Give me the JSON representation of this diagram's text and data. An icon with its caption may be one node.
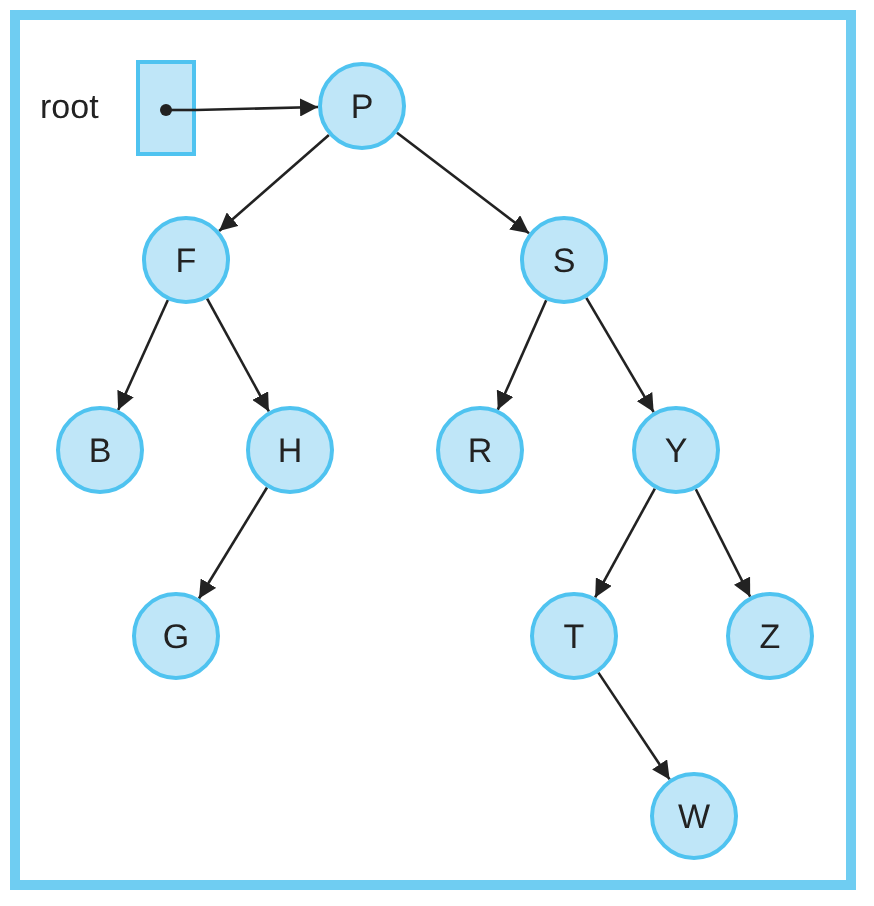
{
  "diagram": {
    "nodes": [
      {
        "text": [],
        "shape": "box",
        "beside": [
          "root"
        ]
      },
      {
        "text": [
          "P"
        ]
      },
      {
        "text": [
          "F"
        ]
      },
      {
        "text": [
          "S"
        ]
      },
      {
        "text": [
          "B"
        ]
      },
      {
        "text": [
          "H"
        ]
      },
      {
        "text": [
          "R"
        ]
      },
      {
        "text": [
          "Y"
        ]
      },
      {
        "text": [
          "G"
        ]
      },
      {
        "text": [
          "T"
        ]
      },
      {
        "text": [
          "Z"
        ]
      },
      {
        "text": [
          "W"
        ]
      }
    ],
    "edges": [
      {
        "from": 0,
        "to": 1,
        "arrow": "to"
      },
      {
        "from": 1,
        "to": 2,
        "arrow": "to"
      },
      {
        "from": 1,
        "to": 3,
        "arrow": "to"
      },
      {
        "from": 2,
        "to": 4,
        "arrow": "to"
      },
      {
        "from": 2,
        "to": 5,
        "arrow": "to"
      },
      {
        "from": 3,
        "to": 6,
        "arrow": "to"
      },
      {
        "from": 3,
        "to": 7,
        "arrow": "to"
      },
      {
        "from": 5,
        "to": 8,
        "arrow": "to"
      },
      {
        "from": 7,
        "to": 9,
        "arrow": "to"
      },
      {
        "from": 7,
        "to": 10,
        "arrow": "to"
      },
      {
        "from": 9,
        "to": 11,
        "arrow": "to"
      }
    ]
  }
}
